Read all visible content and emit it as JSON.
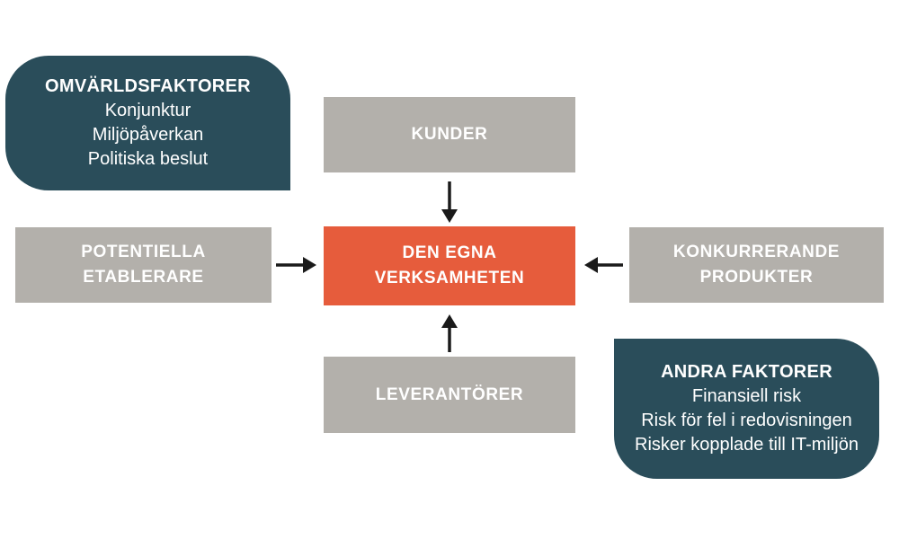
{
  "colors": {
    "teal": "#2A4D5A",
    "orange": "#E65C3C",
    "gray": "#B3B0AB",
    "arrow": "#1A1A1A",
    "text": "#FFFFFF"
  },
  "external_factors": {
    "title": "OMVÄRLDSFAKTORER",
    "items": [
      "Konjunktur",
      "Miljöpåverkan",
      "Politiska beslut"
    ]
  },
  "customers": {
    "label": "KUNDER"
  },
  "potential_entrants": {
    "lines": [
      "POTENTIELLA",
      "ETABLERARE"
    ]
  },
  "own_business": {
    "lines": [
      "DEN EGNA",
      "VERKSAMHETEN"
    ]
  },
  "competing_products": {
    "lines": [
      "KONKURRERANDE",
      "PRODUKTER"
    ]
  },
  "suppliers": {
    "label": "LEVERANTÖRER"
  },
  "other_factors": {
    "title": "ANDRA FAKTORER",
    "items": [
      "Finansiell risk",
      "Risk för fel i redovisningen",
      "Risker kopplade till IT-miljön"
    ]
  }
}
